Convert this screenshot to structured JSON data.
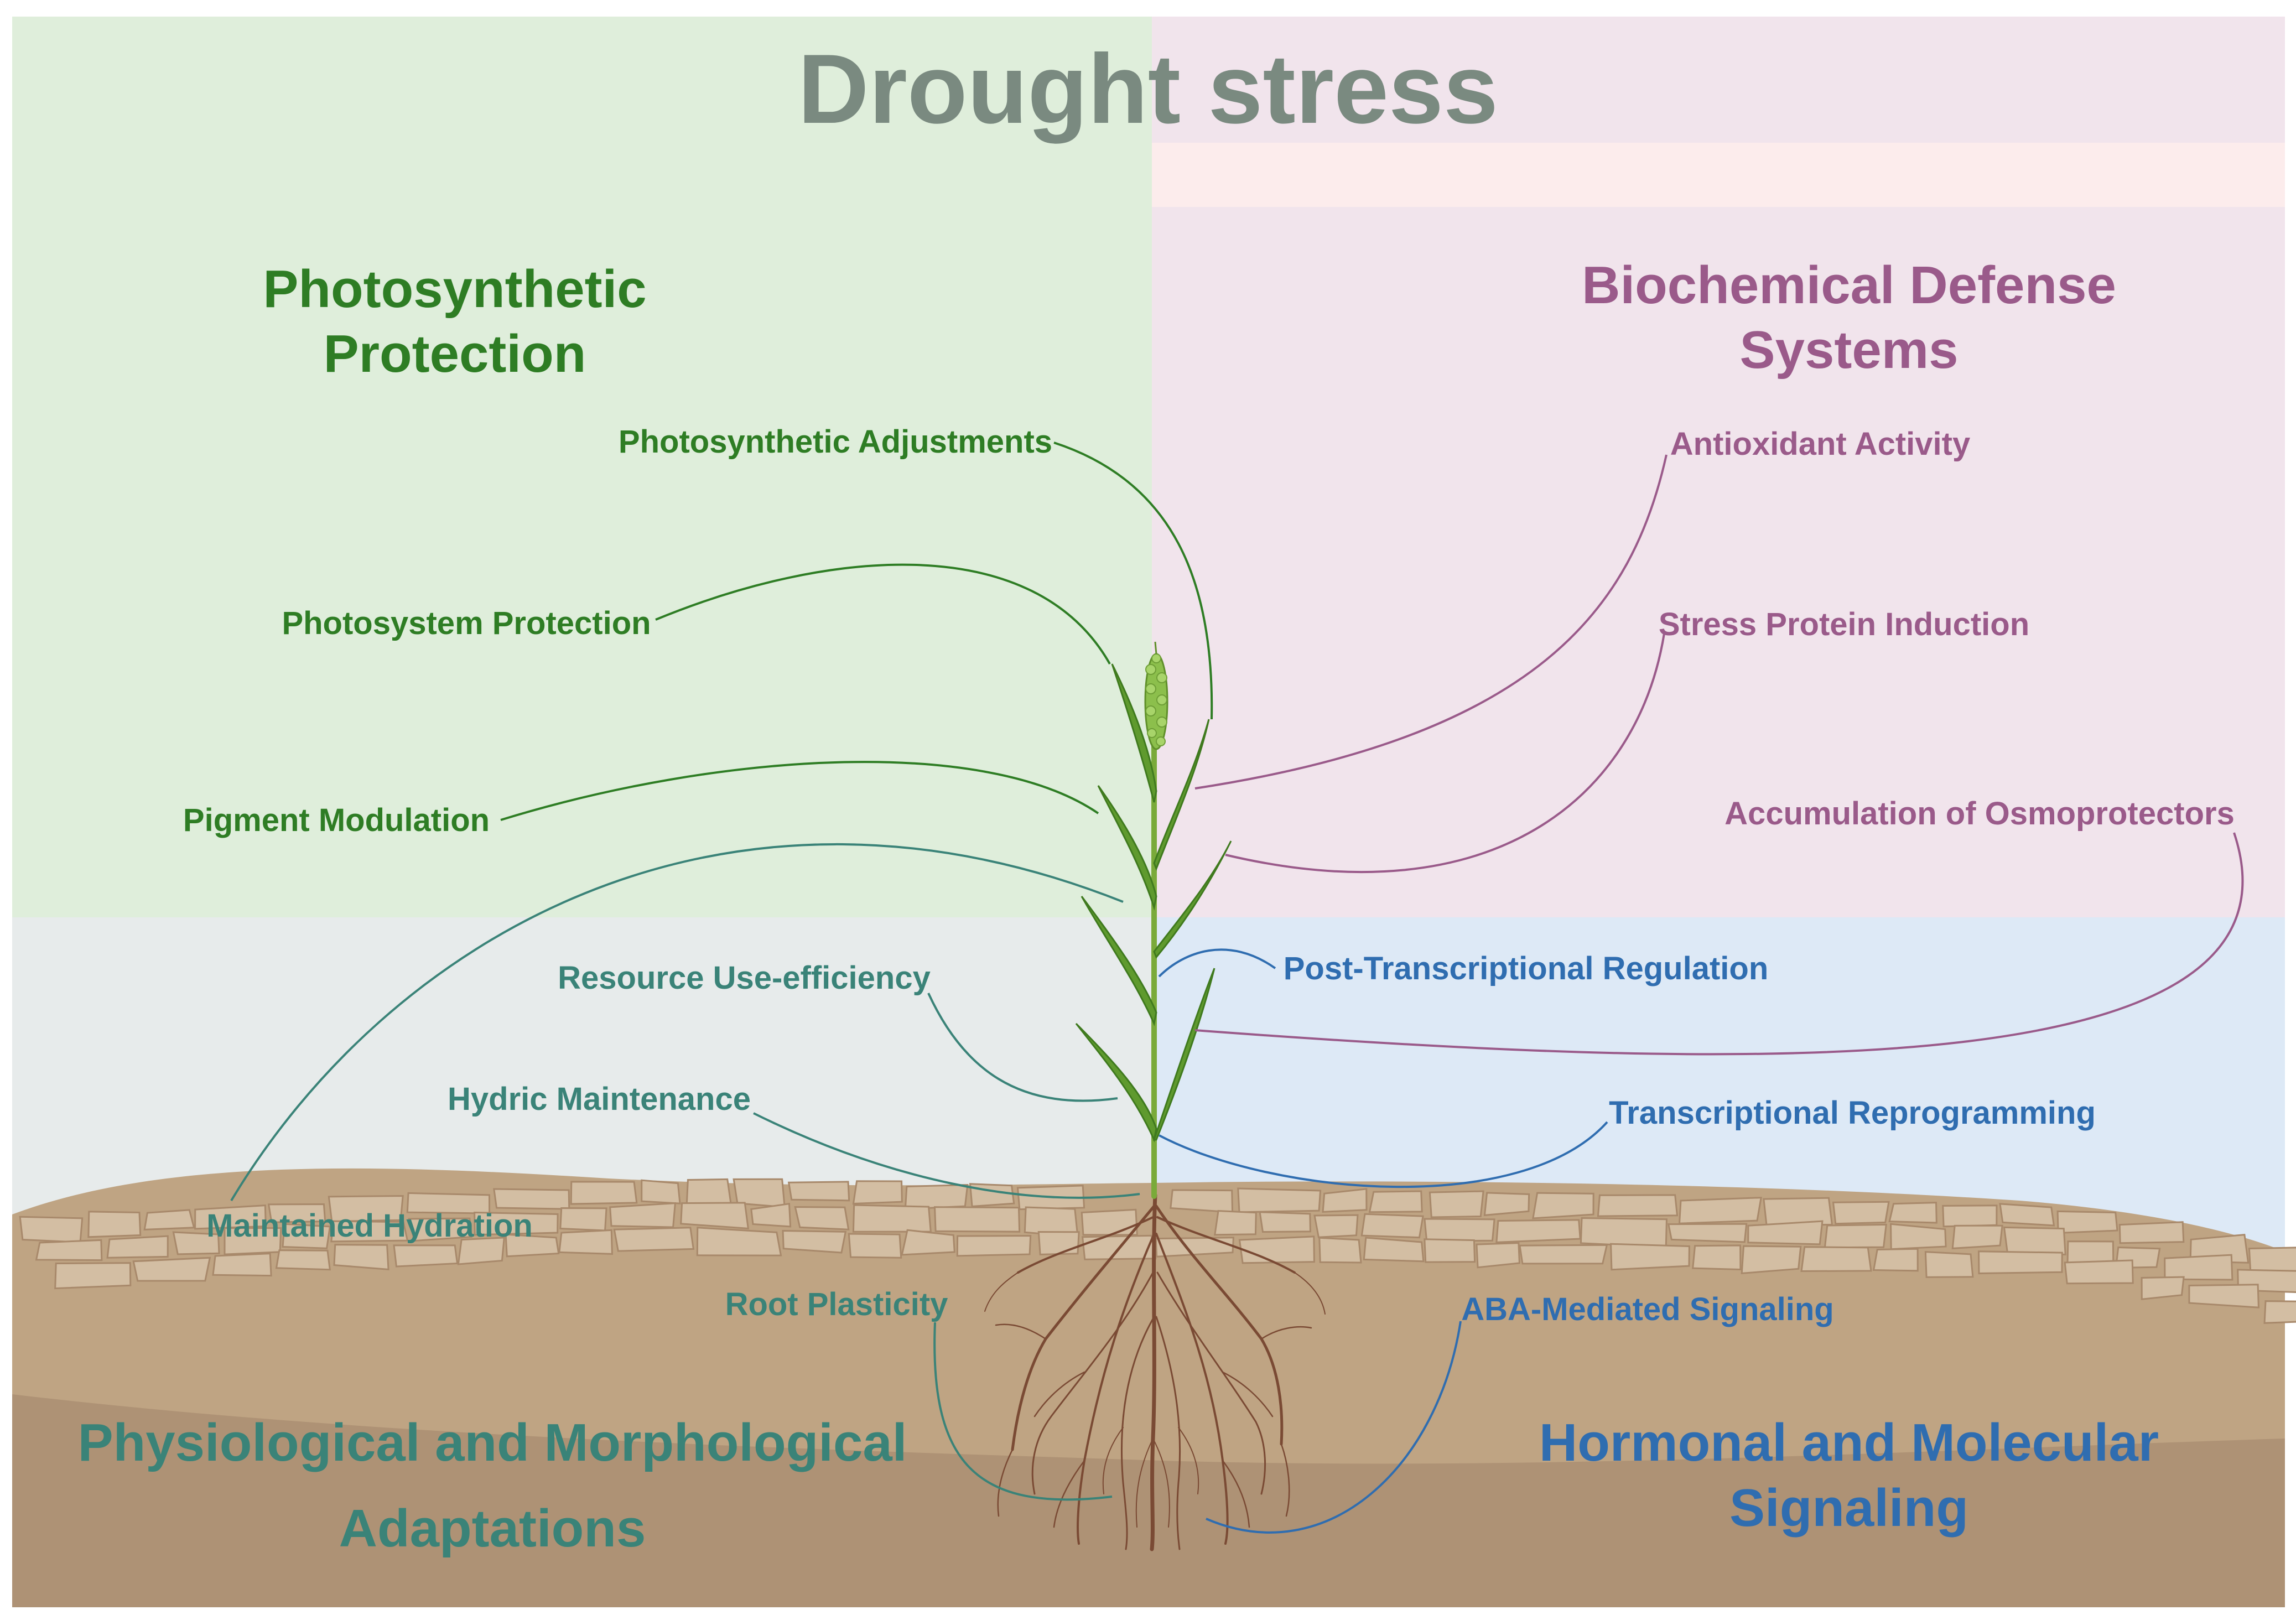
{
  "title": "Drought stress",
  "colors": {
    "title": "#7a8a80",
    "photosynthetic": "#2e7d24",
    "biochemical": "#9a5a8a",
    "physiological": "#3a8378",
    "hormonal": "#2f6db0",
    "bg_green": "#dfeedb",
    "bg_pink": "#f1e4ec",
    "bg_blue": "#dde9f6",
    "bg_grey": "#e7ebeb",
    "soil": "#bfa483",
    "soil_dark": "#ae9275",
    "stem": "#7aaa3a",
    "leaf": "#5f9a2e",
    "root": "#7a4a34"
  },
  "sections": {
    "photosynthetic": {
      "title_line1": "Photosynthetic",
      "title_line2": "Protection",
      "items": [
        "Photosynthetic Adjustments",
        "Photosystem Protection",
        "Pigment Modulation"
      ]
    },
    "biochemical": {
      "title_line1": "Biochemical Defense",
      "title_line2": "Systems",
      "items": [
        "Antioxidant Activity",
        "Stress Protein Induction",
        "Accumulation of Osmoprotectors"
      ]
    },
    "physiological": {
      "title_line1": "Physiological and Morphological",
      "title_line2": "Adaptations",
      "items": [
        "Resource Use-efficiency",
        "Hydric Maintenance",
        "Maintained Hydration",
        "Root Plasticity"
      ]
    },
    "hormonal": {
      "title_line1": "Hormonal and Molecular",
      "title_line2": "Signaling",
      "items": [
        "Post-Transcriptional Regulation",
        "Transcriptional Reprogramming",
        "ABA-Mediated Signaling"
      ]
    }
  }
}
